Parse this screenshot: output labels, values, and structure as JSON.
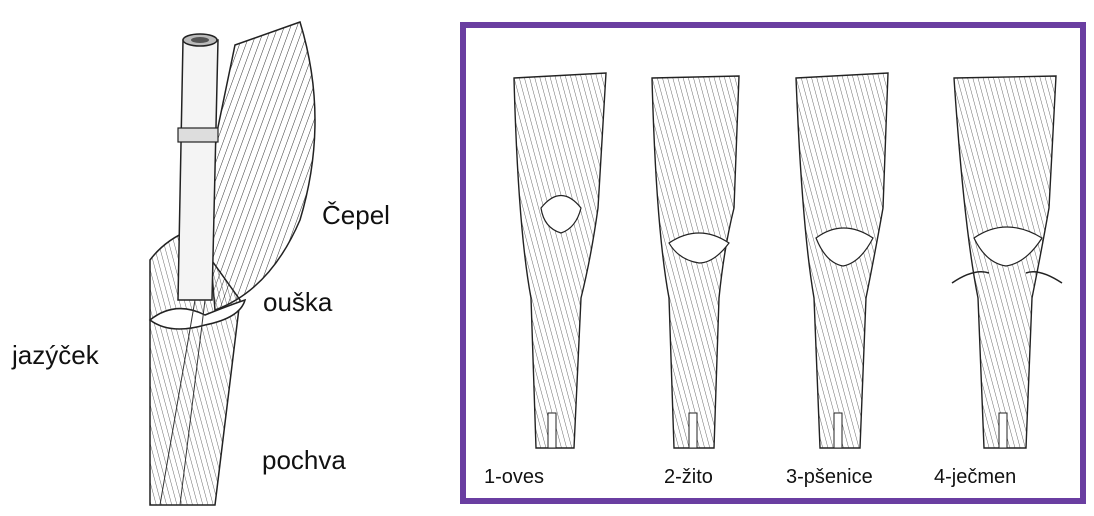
{
  "left_diagram": {
    "labels": {
      "cepel": "Čepel",
      "ouska": "ouška",
      "jazycek": "jazýček",
      "pochva": "pochva"
    }
  },
  "right_panel": {
    "border_color": "#6a3ea1",
    "grains": [
      {
        "label": "1-oves"
      },
      {
        "label": "2-žito"
      },
      {
        "label": "3-pšenice"
      },
      {
        "label": "4-ječmen"
      }
    ]
  }
}
